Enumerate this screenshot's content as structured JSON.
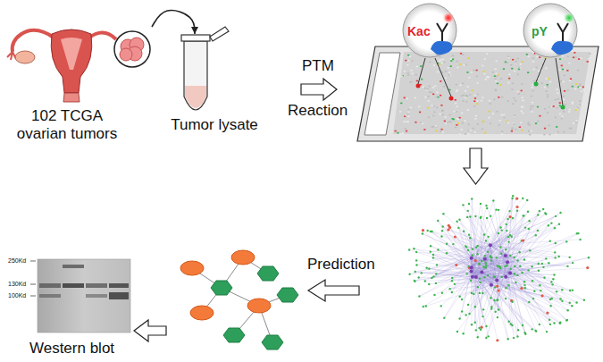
{
  "diagram": {
    "nodes": [
      {
        "text": [
          "102 TCGA ovarian tumors"
        ]
      },
      {
        "text": [
          "Tumor lysate"
        ]
      },
      {
        "text": [
          "Kac"
        ]
      },
      {
        "text": [
          "pY"
        ]
      },
      {
        "text": [
          "Western blot"
        ]
      }
    ],
    "edges": [
      {
        "from": 0,
        "to": 1,
        "arrow": "to"
      }
    ],
    "labels": [
      "PTM",
      "Reaction",
      "Prediction",
      "250Kd",
      "130Kd",
      "100Kd"
    ]
  }
}
